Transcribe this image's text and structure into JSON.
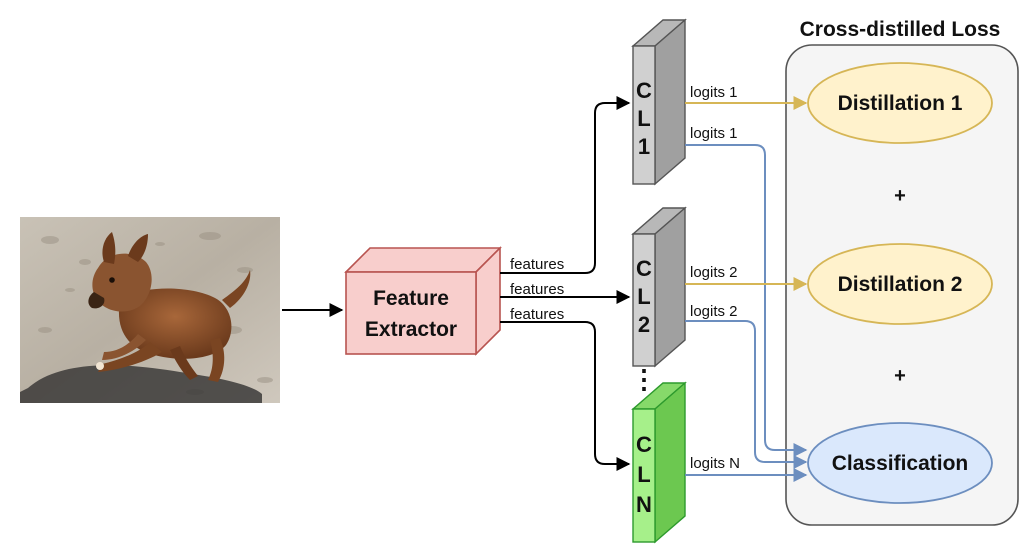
{
  "diagram": {
    "loss_group_title": "Cross-distilled Loss",
    "feature_extractor": {
      "line1": "Feature",
      "line2": "Extractor"
    },
    "classifiers": [
      {
        "letters": [
          "C",
          "L",
          "1"
        ]
      },
      {
        "letters": [
          "C",
          "L",
          "2"
        ]
      },
      {
        "letters": [
          "C",
          "L",
          "N"
        ]
      }
    ],
    "ellipsis": "⋮",
    "feature_labels": [
      "features",
      "features",
      "features"
    ],
    "logit_labels": {
      "cl1_top": "logits 1",
      "cl1_bottom": "logits 1",
      "cl2_top": "logits 2",
      "cl2_bottom": "logits 2",
      "cln": "logits N"
    },
    "loss_terms": {
      "distill1": "Distillation 1",
      "plus1": "+",
      "distill2": "Distillation 2",
      "plus2": "+",
      "classification": "Classification"
    }
  },
  "colors": {
    "feature_fill": "#f8cecc",
    "feature_stroke": "#b85450",
    "cl_gray_fill": "#d0d0d0",
    "cl_gray_stroke": "#555555",
    "cl_green_fill": "#a6f08a",
    "cl_green_stroke": "#2d9a2d",
    "distill_fill": "#fff2cc",
    "distill_stroke": "#d6b656",
    "class_fill": "#dae8fc",
    "class_stroke": "#6c8ebf",
    "group_fill": "#f5f5f5",
    "group_stroke": "#555555",
    "yellow_arrow": "#d6b656",
    "blue_arrow": "#6c8ebf",
    "black_arrow": "#000000"
  }
}
